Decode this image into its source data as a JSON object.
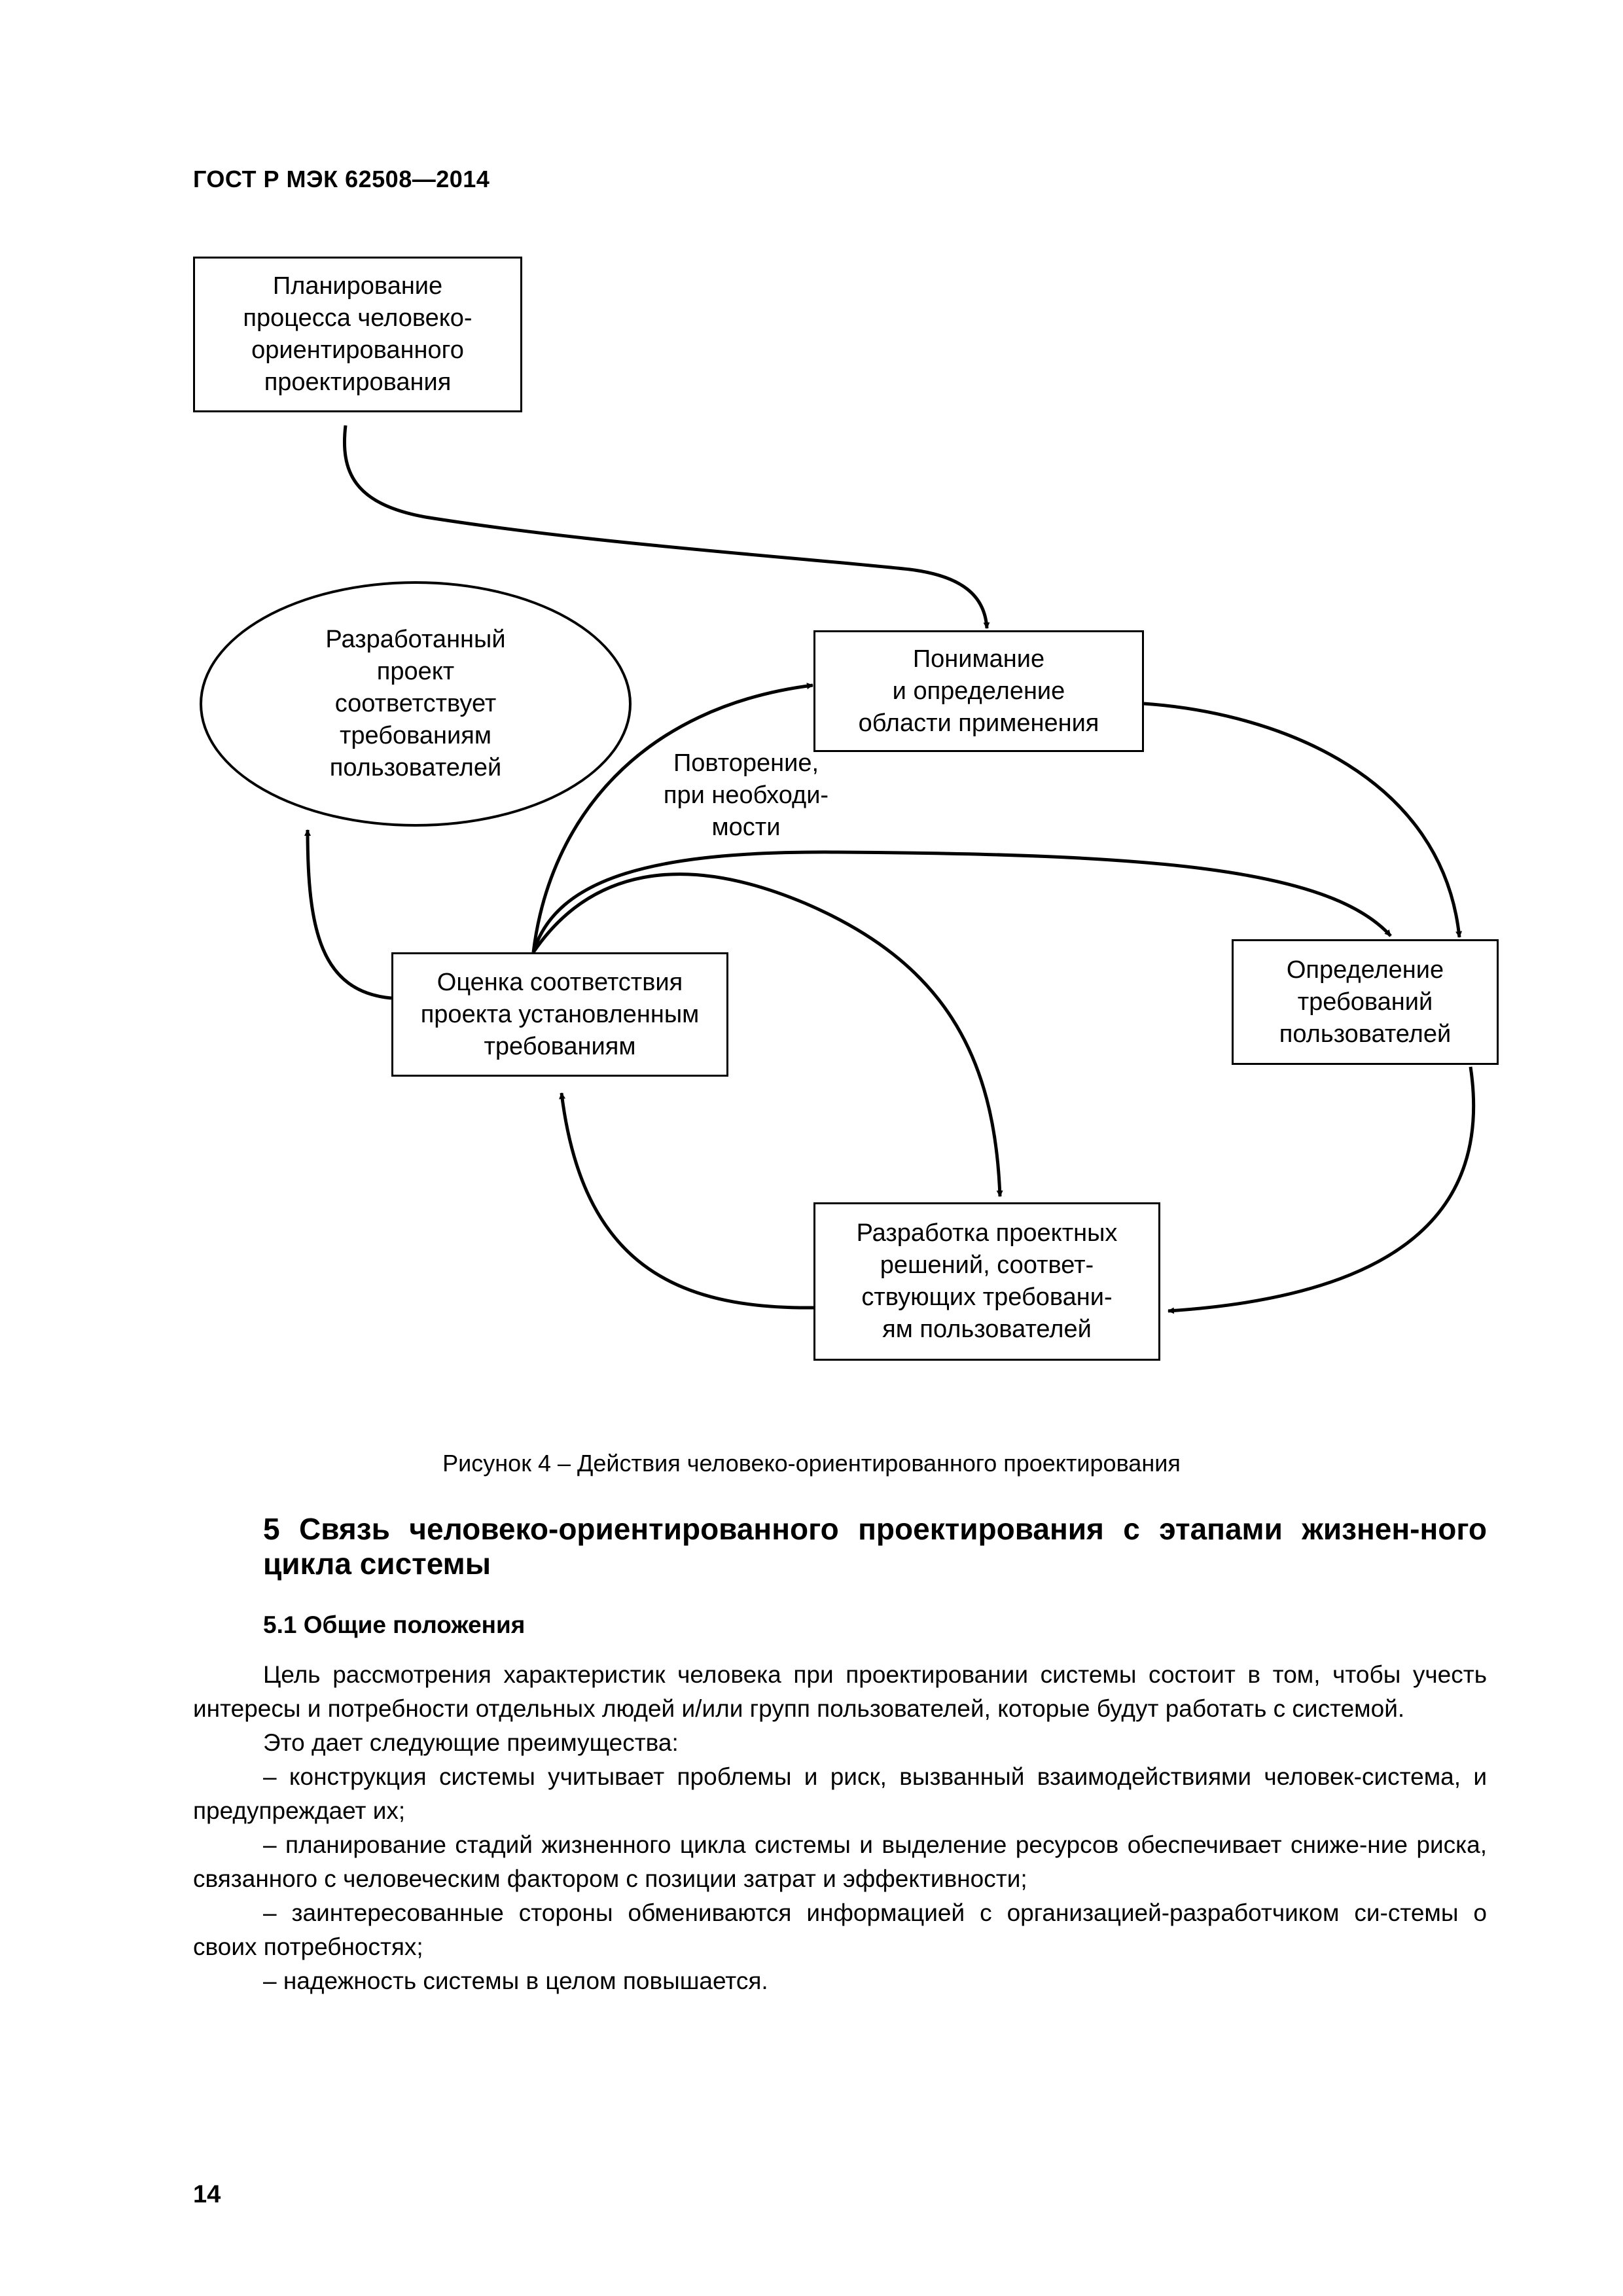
{
  "header": {
    "doc_id": "ГОСТ Р МЭК 62508—2014"
  },
  "diagram": {
    "planning": "Планирование\nпроцесса человеко-\nориентированного\nпроектирования",
    "design_meets": "Разработанный\nпроект\nсоответствует\nтребованиям\nпользователей",
    "understanding": "Понимание\nи определение\nобласти применения",
    "repeat_label": "Повторение,\nпри необходи-\nмости",
    "evaluation": "Оценка соответствия\nпроекта установленным\nтребованиям",
    "user_requirements": "Определение\nтребований\nпользователей",
    "design_solutions": "Разработка проектных\nрешений, соответ-\nствующих требовани-\nям пользователей"
  },
  "figure_caption": "Рисунок 4 – Действия человеко-ориентированного проектирования",
  "section": {
    "title": "5 Связь человеко-ориентированного проектирования с этапами жизнен-ного цикла системы",
    "subsection_title": "5.1 Общие положения",
    "paragraphs": [
      "Цель рассмотрения характеристик человека при проектировании системы состоит в том, чтобы учесть интересы и потребности отдельных людей и/или групп пользователей, которые будут работать с системой.",
      "Это дает следующие преимущества:",
      "– конструкция системы учитывает проблемы и риск, вызванный взаимодействиями человек-система, и предупреждает их;",
      "– планирование стадий жизненного цикла системы и выделение ресурсов обеспечивает сниже-ние риска, связанного с человеческим фактором с позиции затрат и эффективности;",
      "– заинтересованные стороны обмениваются информацией с организацией-разработчиком си-стемы о своих потребностях;",
      "– надежность системы в целом повышается."
    ]
  },
  "page_number": "14"
}
